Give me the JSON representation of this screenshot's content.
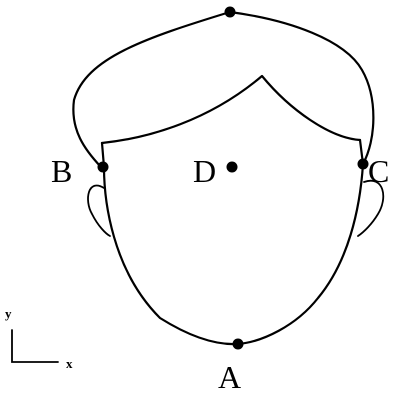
{
  "diagram": {
    "points": [
      {
        "id": "A",
        "label": "A"
      },
      {
        "id": "B",
        "label": "B"
      },
      {
        "id": "C",
        "label": "C"
      },
      {
        "id": "D",
        "label": "D"
      }
    ],
    "axes": {
      "y_label": "y",
      "x_label": "x"
    }
  }
}
